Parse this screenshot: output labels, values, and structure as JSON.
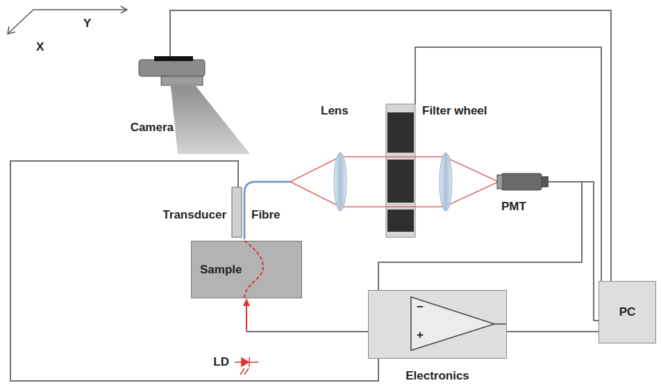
{
  "diagram": {
    "nodes": [
      {
        "text": [
          "Sample"
        ]
      },
      {
        "text": [
          "Electronics"
        ]
      },
      {
        "text": [
          "PC"
        ]
      }
    ],
    "edges": [
      {
        "from": 1,
        "to": 0,
        "arrow": "to"
      },
      {
        "from": 1,
        "to": 2,
        "arrow": "none"
      }
    ],
    "labels": [
      "Y",
      "X",
      "Camera",
      "Lens",
      "Filter wheel",
      "Transducer",
      "Fibre",
      "PMT",
      "LD",
      "−",
      "+"
    ]
  }
}
